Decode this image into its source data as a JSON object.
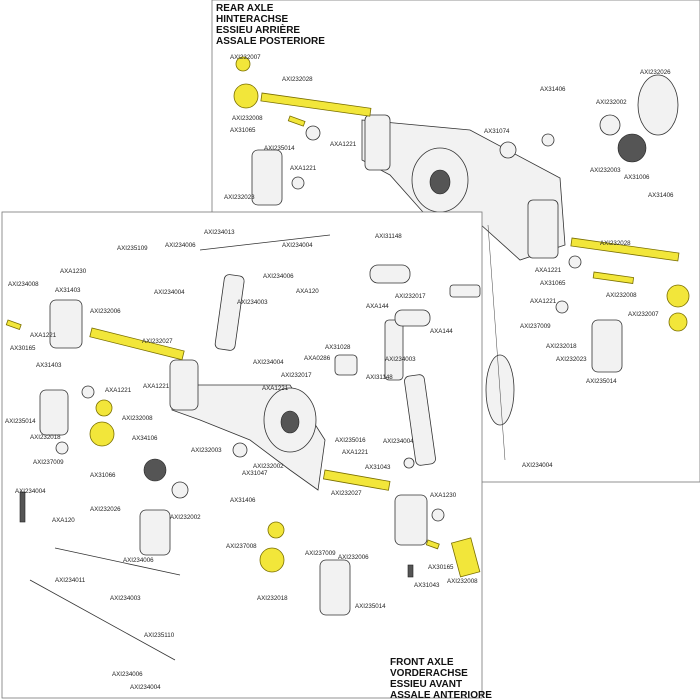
{
  "rear_axle": {
    "title_lines": [
      "REAR AXLE",
      "HINTERACHSE",
      "ESSIEU ARRIÈRE",
      "ASSALE POSTERIORE"
    ],
    "labels": [
      "AXI232007",
      "AXI232028",
      "AXI232008",
      "AX31065",
      "AXI235014",
      "AXA1221",
      "AX31406",
      "AXI232002",
      "AX31074",
      "AXI232026",
      "AXA1221",
      "AXI232023",
      "AXI232003",
      "AX31006",
      "AX31406",
      "AXI232028",
      "AXA1221",
      "AX31065",
      "AXI232008",
      "AXA1221",
      "AXI237009",
      "AXI232007",
      "AXI232018",
      "AXI232023",
      "AXI235014",
      "AXI234004"
    ]
  },
  "front_axle": {
    "title_lines": [
      "FRONT AXLE",
      "VORDERACHSE",
      "ESSIEU AVANT",
      "ASSALE ANTERIORE"
    ],
    "labels": [
      "AXI235109",
      "AXI234006",
      "AXI234004",
      "AXI234013",
      "AXI234004",
      "AXI234006",
      "AXI234003",
      "AXA120",
      "AXI31148",
      "AXA144",
      "AXA1230",
      "AXI234008",
      "AX31403",
      "AXI232006",
      "AXA1221",
      "AX30165",
      "AXI232027",
      "AX31403",
      "AXA1221",
      "AXI235014",
      "AXI232008",
      "AXI232018",
      "AXI237009",
      "AX34106",
      "AX31066",
      "AXI232003",
      "AXA1221",
      "AXA0286",
      "AXI232017",
      "AXI234004",
      "AXI232017",
      "AXA144",
      "AX31028",
      "AXI31148",
      "AXI234003",
      "AXA1221",
      "AXI235016",
      "AXI234004",
      "AX31047",
      "AXI232002",
      "AX31406",
      "AXA1221",
      "AXI232027",
      "AX31043",
      "AXA1230",
      "AXI234004",
      "AXA120",
      "AXI232026",
      "AXI232002",
      "AXI237008",
      "AXI237009",
      "AXI232006",
      "AX30165",
      "AX31043",
      "AXI232008",
      "AXI234006",
      "AXI234011",
      "AXI234003",
      "AXI232018",
      "AXI235014",
      "AXI235110",
      "AXI234006",
      "AXI234004"
    ]
  }
}
